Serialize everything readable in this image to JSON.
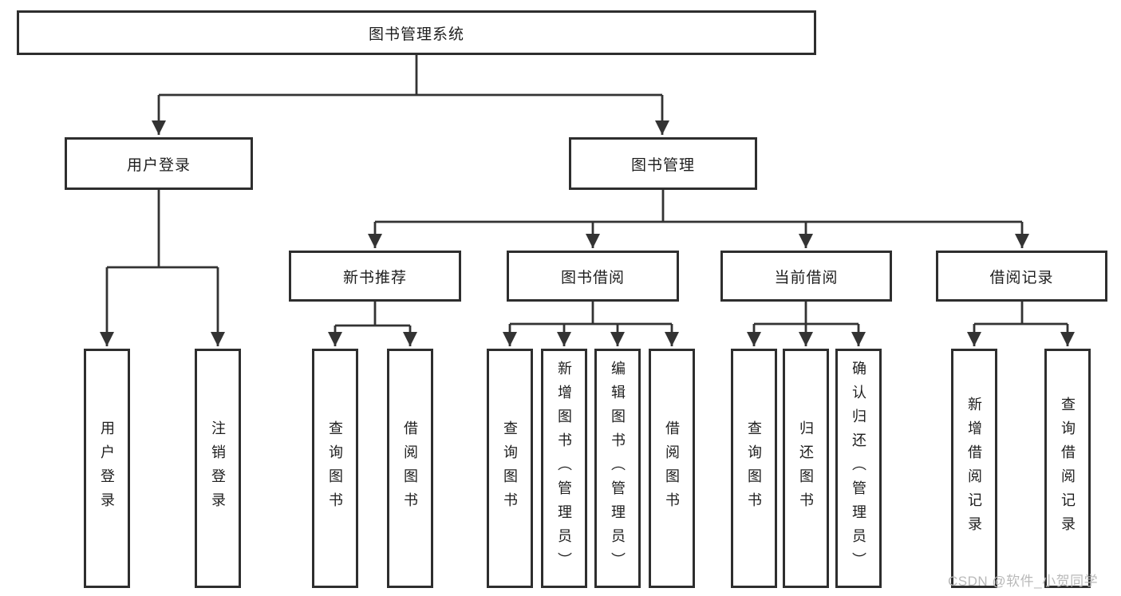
{
  "diagram": {
    "root": {
      "label": "图书管理系统"
    },
    "branches": [
      {
        "label": "用户登录",
        "children": [
          "用户登录",
          "注销登录"
        ]
      },
      {
        "label": "图书管理",
        "sections": [
          {
            "label": "新书推荐",
            "children": [
              "查询图书",
              "借阅图书"
            ]
          },
          {
            "label": "图书借阅",
            "children": [
              "查询图书",
              "新增图书（管理员）",
              "编辑图书（管理员）",
              "借阅图书"
            ]
          },
          {
            "label": "当前借阅",
            "children": [
              "查询图书",
              "归还图书",
              "确认归还（管理员）"
            ]
          },
          {
            "label": "借阅记录",
            "children": [
              "新增借阅记录",
              "查询借阅记录"
            ]
          }
        ]
      }
    ]
  },
  "watermark": "CSDN @软件_小贺同学",
  "colors": {
    "line": "#333333",
    "border": "#2e2e2e",
    "text": "#1e1e1e",
    "watermark": "#b9b9b9",
    "background": "#ffffff"
  }
}
